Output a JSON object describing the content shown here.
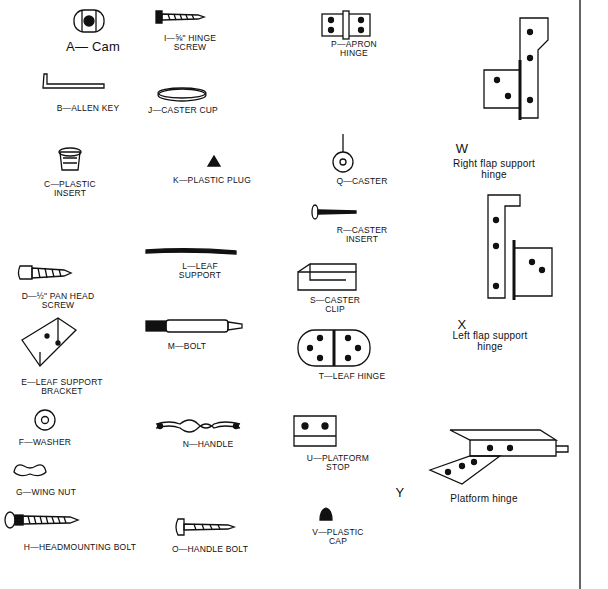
{
  "diagram": {
    "labels": [
      "A— Cam",
      "I—⅝\" HINGE SCREW",
      "P—APRON HINGE",
      "W",
      "Right flap support hinge",
      "B—ALLEN KEY",
      "J—CASTER CUP",
      "C—PLASTIC INSERT",
      "K—PLASTIC PLUG",
      "Q—CASTER",
      "R—CASTER INSERT",
      "L—LEAF SUPPORT",
      "D—½\" PAN HEAD SCREW",
      "S—CASTER CLIP",
      "M—BOLT",
      "E—LEAF SUPPORT BRACKET",
      "T—LEAF HINGE",
      "X",
      "Left flap support hinge",
      "F—WASHER",
      "N—HANDLE",
      "U—PLATFORM STOP",
      "Y",
      "Platform hinge",
      "G—WING NUT",
      "V—PLASTIC CAP",
      "H—HEADMOUNTING BOLT",
      "O—HANDLE BOLT"
    ]
  }
}
